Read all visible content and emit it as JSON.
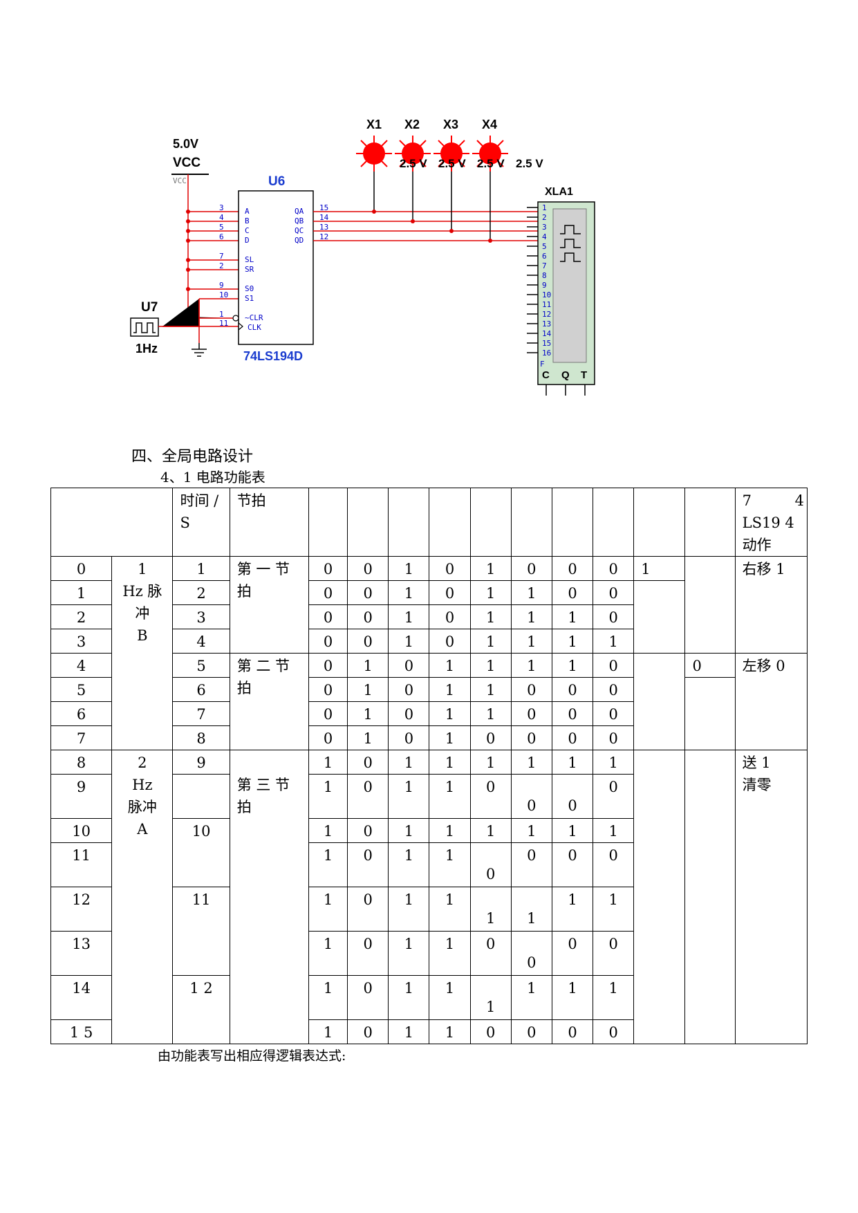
{
  "schematic": {
    "power": {
      "voltage": "5.0V",
      "name": "VCC",
      "pin_label": "VCC"
    },
    "chip": {
      "ref": "U6",
      "part": "74LS194D",
      "left_pins": [
        {
          "num": "3",
          "name": "A"
        },
        {
          "num": "4",
          "name": "B"
        },
        {
          "num": "5",
          "name": "C"
        },
        {
          "num": "6",
          "name": "D"
        },
        {
          "num": "7",
          "name": "SL"
        },
        {
          "num": "2",
          "name": "SR"
        },
        {
          "num": "9",
          "name": "S0"
        },
        {
          "num": "10",
          "name": "S1"
        },
        {
          "num": "1",
          "name": "~CLR"
        },
        {
          "num": "11",
          "name": "CLK"
        }
      ],
      "right_pins": [
        {
          "num": "15",
          "name": "QA"
        },
        {
          "num": "14",
          "name": "QB"
        },
        {
          "num": "13",
          "name": "QC"
        },
        {
          "num": "12",
          "name": "QD"
        }
      ]
    },
    "clock": {
      "ref": "U7",
      "freq": "1Hz"
    },
    "leds": [
      {
        "ref": "X1",
        "rating": "2.5 V"
      },
      {
        "ref": "X2",
        "rating": "2.5 V"
      },
      {
        "ref": "X3",
        "rating": "2.5 V"
      },
      {
        "ref": "X4",
        "rating": "2.5 V"
      }
    ],
    "analyzer": {
      "ref": "XLA1",
      "pins": [
        "1",
        "2",
        "3",
        "4",
        "5",
        "6",
        "7",
        "8",
        "9",
        "10",
        "11",
        "12",
        "13",
        "14",
        "15",
        "16"
      ],
      "bottom_labels": [
        "C",
        "Q",
        "T"
      ],
      "f_label": "F"
    },
    "colors": {
      "wire": "#e00000",
      "pin_text": "#0000c8",
      "chip_label": "#1a3ccf",
      "led": "#ff0000"
    }
  },
  "section_heading": "四、全局电路设计",
  "subsection_heading": "4、1  电路功能表",
  "table": {
    "header": {
      "time": "时间 / S",
      "beat": "节拍",
      "ic_line1": "7",
      "ic_line2": "4",
      "ic_line3": "LS19 4",
      "ic_line4": "动作"
    },
    "rows": [
      {
        "n": "0",
        "t": "1",
        "bits": [
          "0",
          "0",
          "1",
          "0",
          "1",
          "0",
          "0",
          "0"
        ],
        "sr": "1"
      },
      {
        "n": "1",
        "t": "2",
        "bits": [
          "0",
          "0",
          "1",
          "0",
          "1",
          "1",
          "0",
          "0"
        ]
      },
      {
        "n": "2",
        "t": "3",
        "bits": [
          "0",
          "0",
          "1",
          "0",
          "1",
          "1",
          "1",
          "0"
        ]
      },
      {
        "n": "3",
        "t": "4",
        "bits": [
          "0",
          "0",
          "1",
          "0",
          "1",
          "1",
          "1",
          "1"
        ]
      },
      {
        "n": "4",
        "t": "5",
        "bits": [
          "0",
          "1",
          "0",
          "1",
          "1",
          "1",
          "1",
          "0"
        ],
        "sl": "0"
      },
      {
        "n": "5",
        "t": "6",
        "bits": [
          "0",
          "1",
          "0",
          "1",
          "1",
          "0",
          "0",
          "0"
        ]
      },
      {
        "n": "6",
        "t": "7",
        "bits": [
          "0",
          "1",
          "0",
          "1",
          "1",
          "0",
          "0",
          "0"
        ]
      },
      {
        "n": "7",
        "t": "8",
        "bits": [
          "0",
          "1",
          "0",
          "1",
          "0",
          "0",
          "0",
          "0"
        ]
      },
      {
        "n": "8",
        "t": "9",
        "bits": [
          "1",
          "0",
          "1",
          "1",
          "1",
          "1",
          "1",
          "1"
        ]
      },
      {
        "n": "9",
        "bits": [
          "1",
          "0",
          "1",
          "1",
          "0",
          "0",
          "0",
          "0"
        ]
      },
      {
        "n": "10",
        "t": "10",
        "bits": [
          "1",
          "0",
          "1",
          "1",
          "1",
          "1",
          "1",
          "1"
        ]
      },
      {
        "n": "11",
        "bits": [
          "1",
          "0",
          "1",
          "1",
          "0",
          "0",
          "0",
          "0"
        ]
      },
      {
        "n": "12",
        "t": "11",
        "bits": [
          "1",
          "0",
          "1",
          "1",
          "1",
          "1",
          "1",
          "1"
        ]
      },
      {
        "n": "13",
        "bits": [
          "1",
          "0",
          "1",
          "1",
          "0",
          "0",
          "0",
          "0"
        ]
      },
      {
        "n": "14",
        "t": "1 2",
        "bits": [
          "1",
          "0",
          "1",
          "1",
          "1",
          "1",
          "1",
          "1"
        ]
      },
      {
        "n": "1 5",
        "bits": [
          "1",
          "0",
          "1",
          "1",
          "0",
          "0",
          "0",
          "0"
        ]
      }
    ],
    "groups": {
      "pulse1": [
        "1",
        "Hz 脉",
        "冲",
        "B"
      ],
      "pulse2": [
        "2",
        "Hz",
        "脉冲",
        "A"
      ],
      "beat1": [
        "第 一 节",
        "拍"
      ],
      "beat2": [
        "第 二 节",
        "拍"
      ],
      "beat3": [
        "第 三 节",
        "拍"
      ],
      "action1": "右移 1",
      "action2": "左移 0",
      "action3_line1": "送 1",
      "action3_line2": "清零"
    }
  },
  "trailing_text": "由功能表写出相应得逻辑表达式:"
}
